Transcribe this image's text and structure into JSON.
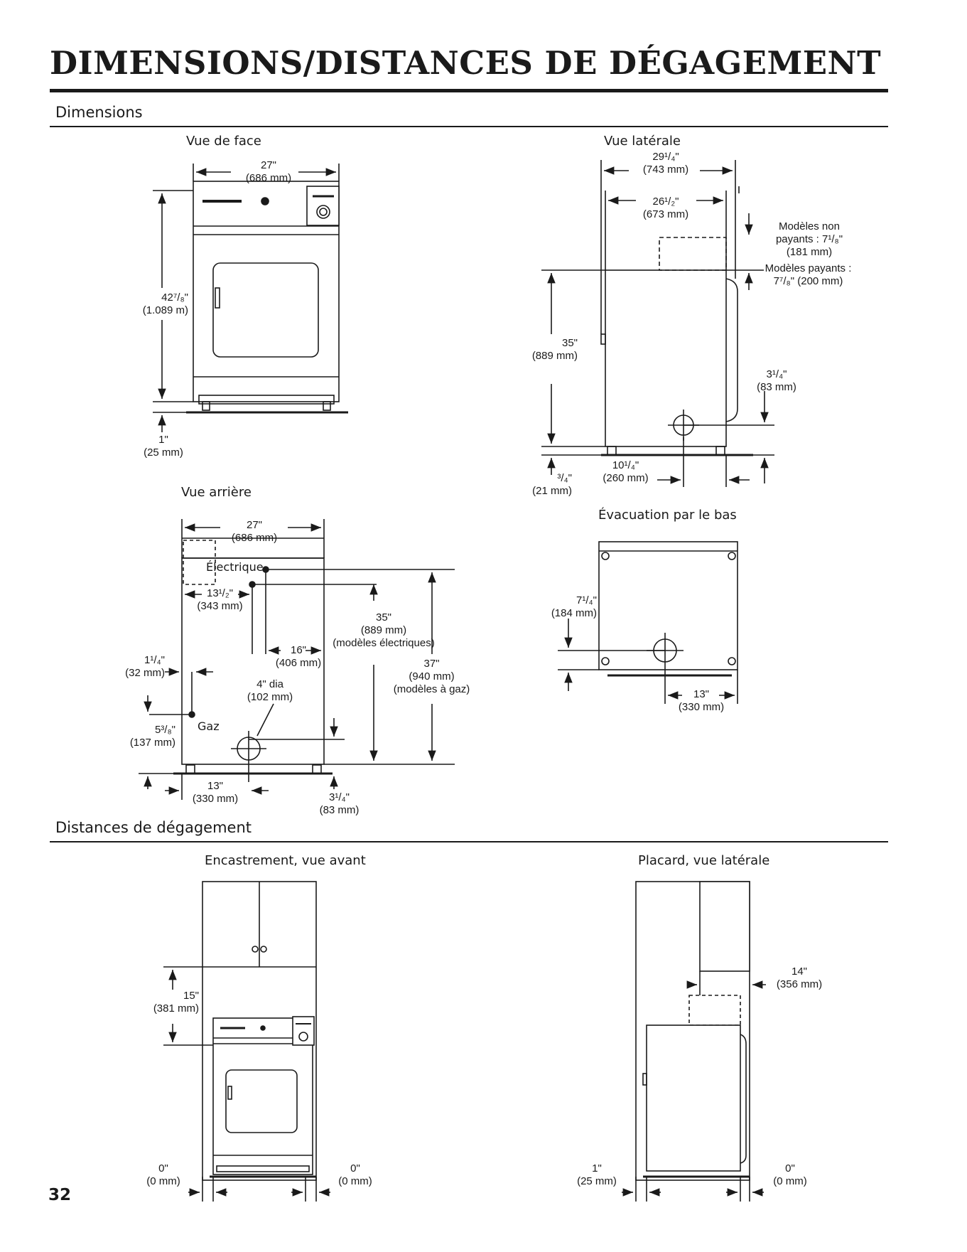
{
  "page": {
    "title": "DIMENSIONS/DISTANCES DE DÉGAGEMENT",
    "page_number": "32"
  },
  "dimensions_section": {
    "title": "Dimensions",
    "front_view": {
      "label": "Vue de face",
      "width": [
        "27\"",
        "(686 mm)"
      ],
      "height": [
        "42⁷/₈\"",
        "(1.089 m)"
      ],
      "feet": [
        "1\"",
        "(25 mm)"
      ]
    },
    "side_view": {
      "label": "Vue latérale",
      "overall_depth": [
        "29¹/₄\"",
        "(743 mm)"
      ],
      "cabinet_depth": [
        "26¹/₂\"",
        "(673 mm)"
      ],
      "non_coin_models": [
        "Modèles non",
        "payants : 7¹/₈\"",
        "(181 mm)"
      ],
      "coin_models": [
        "Modèles payants :",
        "7⁷/₈\" (200 mm)"
      ],
      "height": [
        "35\"",
        "(889 mm)"
      ],
      "vent_from_side": [
        "3¹/₄\"",
        "(83 mm)"
      ],
      "vent_from_back": [
        "10¹/₄\"",
        "(260 mm)"
      ],
      "leveling": [
        "³/₄\"",
        "(21 mm)"
      ]
    },
    "rear_view": {
      "label": "Vue arrière",
      "width": [
        "27\"",
        "(686 mm)"
      ],
      "electric_label": "Électrique",
      "electric_offset": [
        "13¹/₂\"",
        "(343 mm)"
      ],
      "vent_offset": [
        "16\"",
        "(406 mm)"
      ],
      "electric_height": [
        "35\"",
        "(889 mm)",
        "(modèles électriques)"
      ],
      "gas_height": [
        "37\"",
        "(940 mm)",
        "(modèles à gaz)"
      ],
      "gas_side": [
        "1¹/₄\"",
        "(32 mm)"
      ],
      "gas_bottom": [
        "5³/₈\"",
        "(137 mm)"
      ],
      "vent_dia": [
        "4\" dia",
        "(102 mm)"
      ],
      "gas_label": "Gaz",
      "vent_from_side": [
        "13\"",
        "(330 mm)"
      ],
      "vent_from_bottom": [
        "3¹/₄\"",
        "(83 mm)"
      ]
    },
    "bottom_exhaust": {
      "label": "Évacuation par le bas",
      "from_front": [
        "7¹/₄\"",
        "(184 mm)"
      ],
      "from_side": [
        "13\"",
        "(330 mm)"
      ]
    }
  },
  "clearances_section": {
    "title": "Distances de dégagement",
    "recessed_front": {
      "label": "Encastrement, vue avant",
      "top": [
        "15\"",
        "(381 mm)"
      ],
      "left": [
        "0\"",
        "(0 mm)"
      ],
      "right": [
        "0\"",
        "(0 mm)"
      ]
    },
    "closet_side": {
      "label": "Placard, vue latérale",
      "top": [
        "14\"",
        "(356 mm)"
      ],
      "rear": [
        "1\"",
        "(25 mm)"
      ],
      "front": [
        "0\"",
        "(0 mm)"
      ]
    }
  }
}
